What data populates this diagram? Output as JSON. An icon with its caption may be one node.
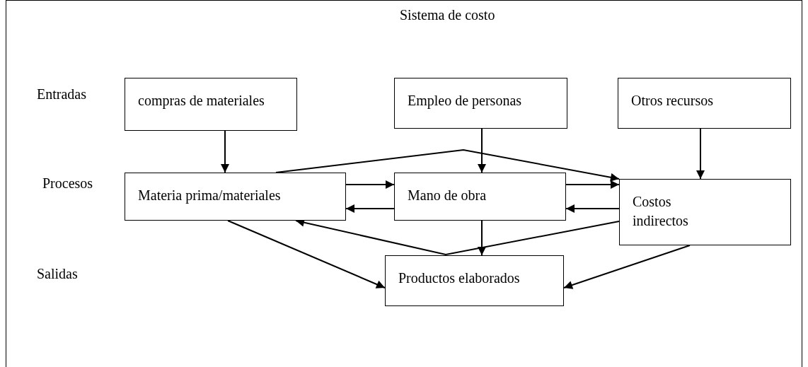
{
  "diagram": {
    "title": "Sistema de costo",
    "nodes": [
      {
        "text": [
          "compras de materiales"
        ]
      },
      {
        "text": [
          "Empleo de personas"
        ]
      },
      {
        "text": [
          "Otros recursos"
        ]
      },
      {
        "text": [
          "Materia prima/materiales"
        ]
      },
      {
        "text": [
          "Mano de obra"
        ]
      },
      {
        "text": [
          "Costos indirectos"
        ]
      },
      {
        "text": [
          "Productos elaborados"
        ]
      }
    ],
    "edges": [
      {
        "from": 0,
        "to": 3,
        "arrow": "to"
      },
      {
        "from": 1,
        "to": 4,
        "arrow": "to"
      },
      {
        "from": 2,
        "to": 5,
        "arrow": "to"
      },
      {
        "from": 3,
        "to": 4,
        "arrow": "to"
      },
      {
        "from": 4,
        "to": 3,
        "arrow": "to"
      },
      {
        "from": 4,
        "to": 5,
        "arrow": "to"
      },
      {
        "from": 5,
        "to": 4,
        "arrow": "to"
      },
      {
        "from": 3,
        "to": 5,
        "arrow": "to"
      },
      {
        "from": 5,
        "to": 3,
        "arrow": "to"
      },
      {
        "from": 4,
        "to": 6,
        "arrow": "to"
      },
      {
        "from": 3,
        "to": 6,
        "arrow": "to"
      },
      {
        "from": 5,
        "to": 6,
        "arrow": "to"
      }
    ],
    "labels": [
      "Entradas",
      "Procesos",
      "Salidas"
    ]
  }
}
